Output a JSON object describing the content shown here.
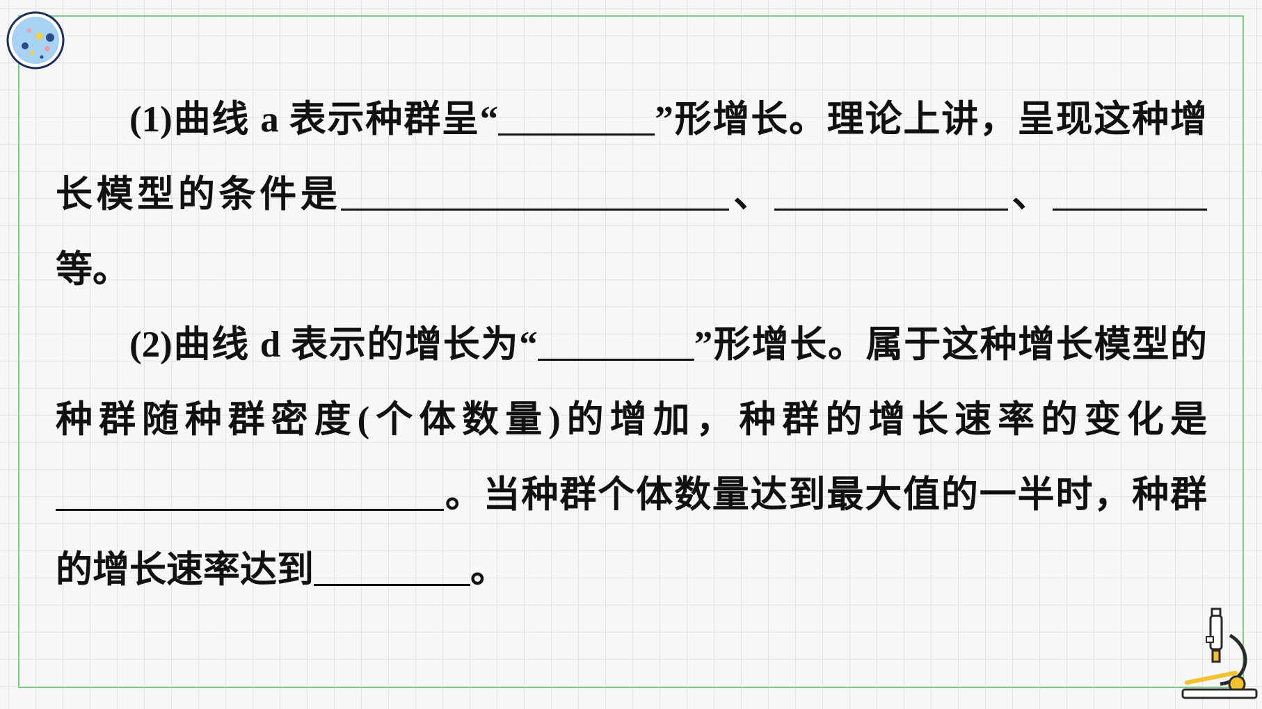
{
  "paragraph1": {
    "s1": "(1)曲线 a 表示种群呈“",
    "s2": "”形增长。理论上讲，呈现这种增长模型的条件是",
    "s3": "、",
    "s4": "、",
    "s5": "等。"
  },
  "paragraph2": {
    "s1": "(2)曲线 d 表示的增长为“",
    "s2": "”形增长。属于这种增长模型的种群随种群密度(个体数量)的增加，种群的增长速率的变化是",
    "s3": "。当种群个体数量达到最大值的一半时，种群的增长速率达到",
    "s4": "。"
  },
  "decorations": {
    "corner_icon": "petri-dish-icon",
    "bottom_icon": "microscope-icon"
  },
  "colors": {
    "frame_border": "#7fc98a",
    "text": "#111111",
    "background": "#f7f7f5"
  }
}
